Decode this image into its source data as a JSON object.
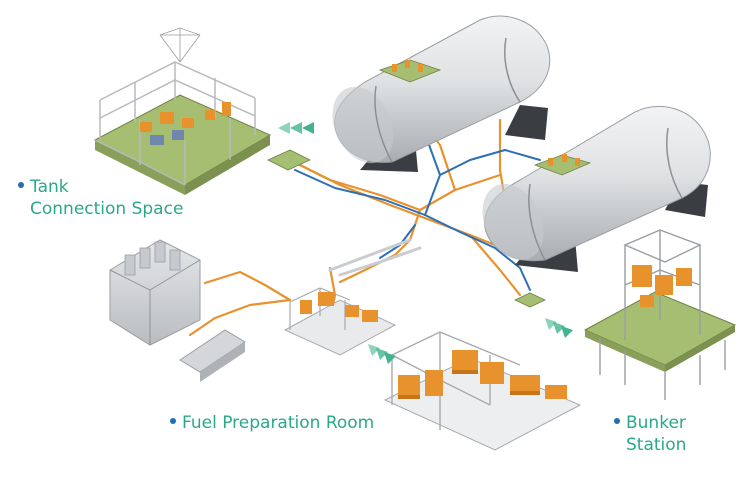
{
  "labels": {
    "tank_connection_space": {
      "line1": "Tank",
      "line2": "Connection Space"
    },
    "fuel_preparation_room": {
      "line1": "Fuel Preparation Room"
    },
    "bunker_station": {
      "line1": "Bunker",
      "line2": "Station"
    }
  },
  "colors": {
    "label_text": "#2aa889",
    "bullet": "#1f6fb4",
    "pipe_orange": "#e8922e",
    "pipe_blue": "#2d6fb5",
    "tank_gray": "#d7d9dc",
    "saddle_dark": "#3a3d42",
    "module_green": "#a6be72",
    "flow_arrow_green": "#41b48f"
  },
  "icons": [
    "bullet-dot",
    "flow-arrow-icon"
  ]
}
